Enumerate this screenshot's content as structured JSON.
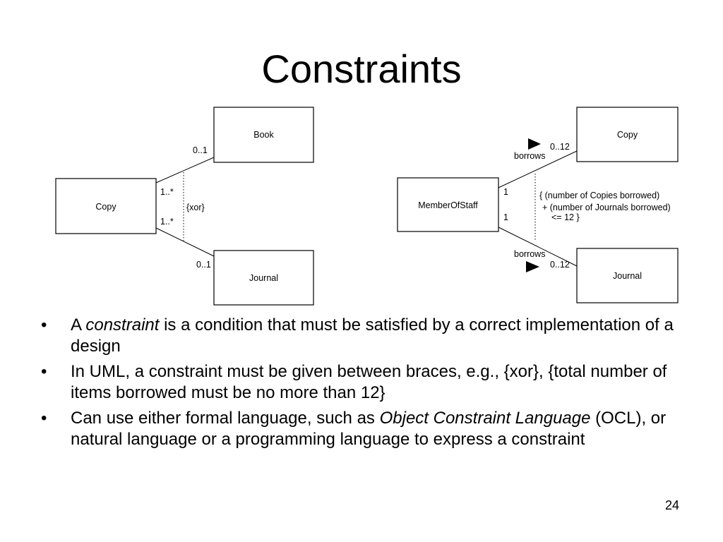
{
  "title": "Constraints",
  "left_diagram": {
    "book": "Book",
    "copy": "Copy",
    "journal": "Journal",
    "mult_book_end": "0..1",
    "mult_copy_top": "1..*",
    "constraint": "{xor}",
    "mult_copy_bottom": "1..*",
    "mult_journal_end": "0..1"
  },
  "right_diagram": {
    "copy": "Copy",
    "member": "MemberOfStaff",
    "journal": "Journal",
    "borrows_top": "borrows",
    "mult_copy_end": "0..12",
    "mult_member_top": "1",
    "mult_member_bottom": "1",
    "constraint_line1": "{    (number of Copies borrowed)",
    "constraint_line2": "+ (number of Journals borrowed)",
    "constraint_line3": "<= 12   }",
    "borrows_bottom": "borrows",
    "mult_journal_end": "0..12"
  },
  "bullets": {
    "b1_a": "A ",
    "b1_em": "constraint",
    "b1_b": " is a condition that must be satisfied by a correct implementation of a design",
    "b2": "In UML, a constraint must be given between braces, e.g., {xor}, {total number of items borrowed must be no more than 12}",
    "b3_a": "Can use either formal language, such as ",
    "b3_em": "Object Constraint Language",
    "b3_b": " (OCL), or natural language or a programming language to express a constraint",
    "marker": "•"
  },
  "page_number": "24"
}
